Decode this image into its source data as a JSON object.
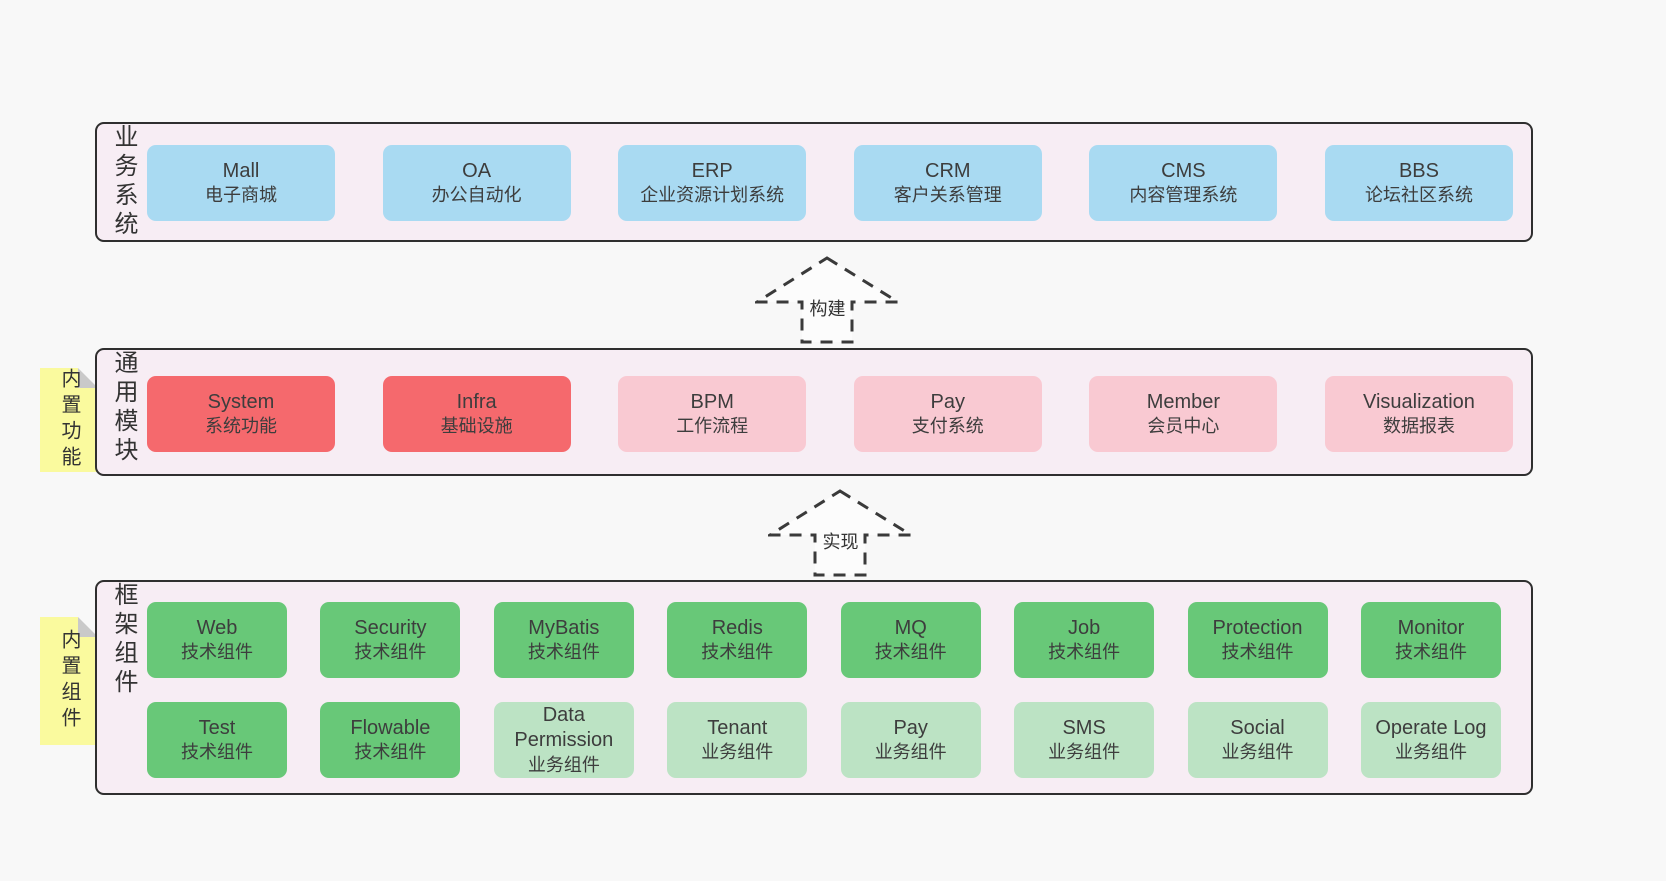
{
  "colors": {
    "page_bg": "#f8f8f8",
    "layer_bg": "#f7edf4",
    "layer_border": "#2f2f2f",
    "blue_box": "#a9daf2",
    "red_box": "#f5696d",
    "pink_box": "#f9c9d2",
    "green_box": "#68c878",
    "light_green_box": "#bce3c4",
    "sticky_yellow": "#fafa9e",
    "sticky_fold": "#c9c9c9",
    "text": "#3d3d3d"
  },
  "arrows": [
    {
      "label": "构建"
    },
    {
      "label": "实现"
    }
  ],
  "stickies": [
    {
      "label": "内置功能"
    },
    {
      "label": "内置组件"
    }
  ],
  "layers": [
    {
      "label": "业务系统",
      "boxes": [
        {
          "name": "Mall",
          "desc": "电子商城",
          "type": "blue"
        },
        {
          "name": "OA",
          "desc": "办公自动化",
          "type": "blue"
        },
        {
          "name": "ERP",
          "desc": "企业资源计划系统",
          "type": "blue"
        },
        {
          "name": "CRM",
          "desc": "客户关系管理",
          "type": "blue"
        },
        {
          "name": "CMS",
          "desc": "内容管理系统",
          "type": "blue"
        },
        {
          "name": "BBS",
          "desc": "论坛社区系统",
          "type": "blue"
        }
      ]
    },
    {
      "label": "通用模块",
      "boxes": [
        {
          "name": "System",
          "desc": "系统功能",
          "type": "red"
        },
        {
          "name": "Infra",
          "desc": "基础设施",
          "type": "red"
        },
        {
          "name": "BPM",
          "desc": "工作流程",
          "type": "pink"
        },
        {
          "name": "Pay",
          "desc": "支付系统",
          "type": "pink"
        },
        {
          "name": "Member",
          "desc": "会员中心",
          "type": "pink"
        },
        {
          "name": "Visualization",
          "desc": "数据报表",
          "type": "pink"
        }
      ]
    },
    {
      "label": "框架组件",
      "rows": [
        [
          {
            "name": "Web",
            "desc": "技术组件",
            "type": "green"
          },
          {
            "name": "Security",
            "desc": "技术组件",
            "type": "green"
          },
          {
            "name": "MyBatis",
            "desc": "技术组件",
            "type": "green"
          },
          {
            "name": "Redis",
            "desc": "技术组件",
            "type": "green"
          },
          {
            "name": "MQ",
            "desc": "技术组件",
            "type": "green"
          },
          {
            "name": "Job",
            "desc": "技术组件",
            "type": "green"
          },
          {
            "name": "Protection",
            "desc": "技术组件",
            "type": "green"
          },
          {
            "name": "Monitor",
            "desc": "技术组件",
            "type": "green"
          }
        ],
        [
          {
            "name": "Test",
            "desc": "技术组件",
            "type": "green"
          },
          {
            "name": "Flowable",
            "desc": "技术组件",
            "type": "green"
          },
          {
            "name": "Data Permission",
            "desc": "业务组件",
            "type": "lgreen"
          },
          {
            "name": "Tenant",
            "desc": "业务组件",
            "type": "lgreen"
          },
          {
            "name": "Pay",
            "desc": "业务组件",
            "type": "lgreen"
          },
          {
            "name": "SMS",
            "desc": "业务组件",
            "type": "lgreen"
          },
          {
            "name": "Social",
            "desc": "业务组件",
            "type": "lgreen"
          },
          {
            "name": "Operate Log",
            "desc": "业务组件",
            "type": "lgreen"
          }
        ]
      ]
    }
  ]
}
